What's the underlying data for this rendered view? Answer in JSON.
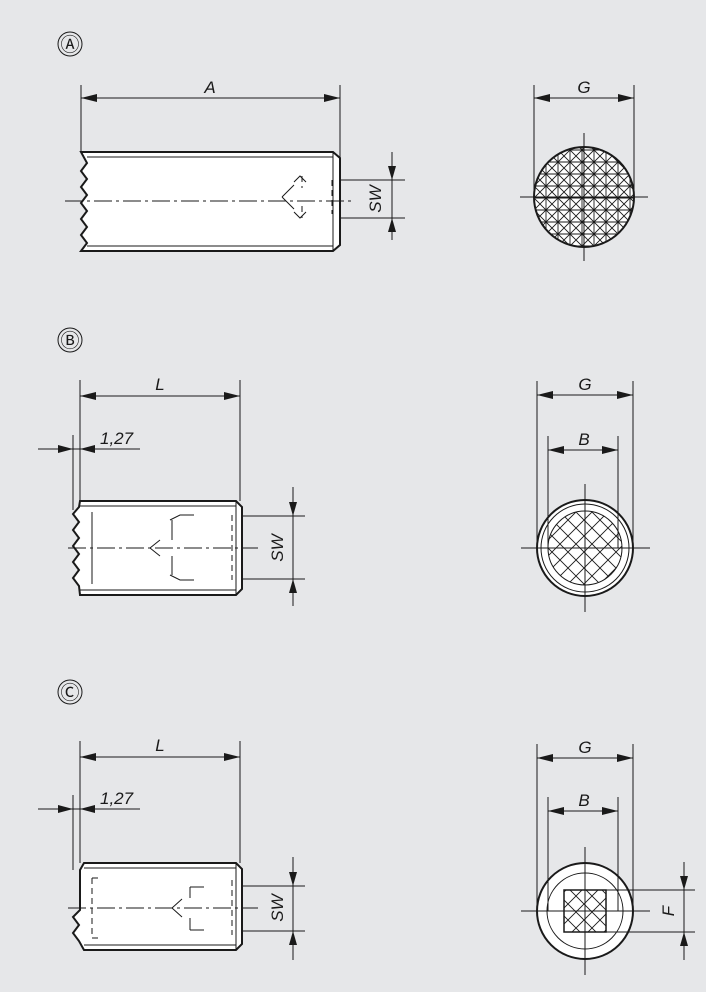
{
  "variants": {
    "a": {
      "label": "Ⓐ"
    },
    "b": {
      "label": "Ⓑ"
    },
    "c": {
      "label": "Ⓒ"
    }
  },
  "dimensions": {
    "a": {
      "length": "A",
      "wrench": "SW",
      "thread": "G"
    },
    "b": {
      "length": "L",
      "offset": "1,27",
      "wrench": "SW",
      "thread": "G",
      "inner": "B"
    },
    "c": {
      "length": "L",
      "offset": "1,27",
      "wrench": "SW",
      "thread": "G",
      "inner": "B",
      "flat": "F"
    }
  },
  "colors": {
    "background": "#e6e7e9",
    "line": "#1a1a1a",
    "part": "#ffffff"
  }
}
